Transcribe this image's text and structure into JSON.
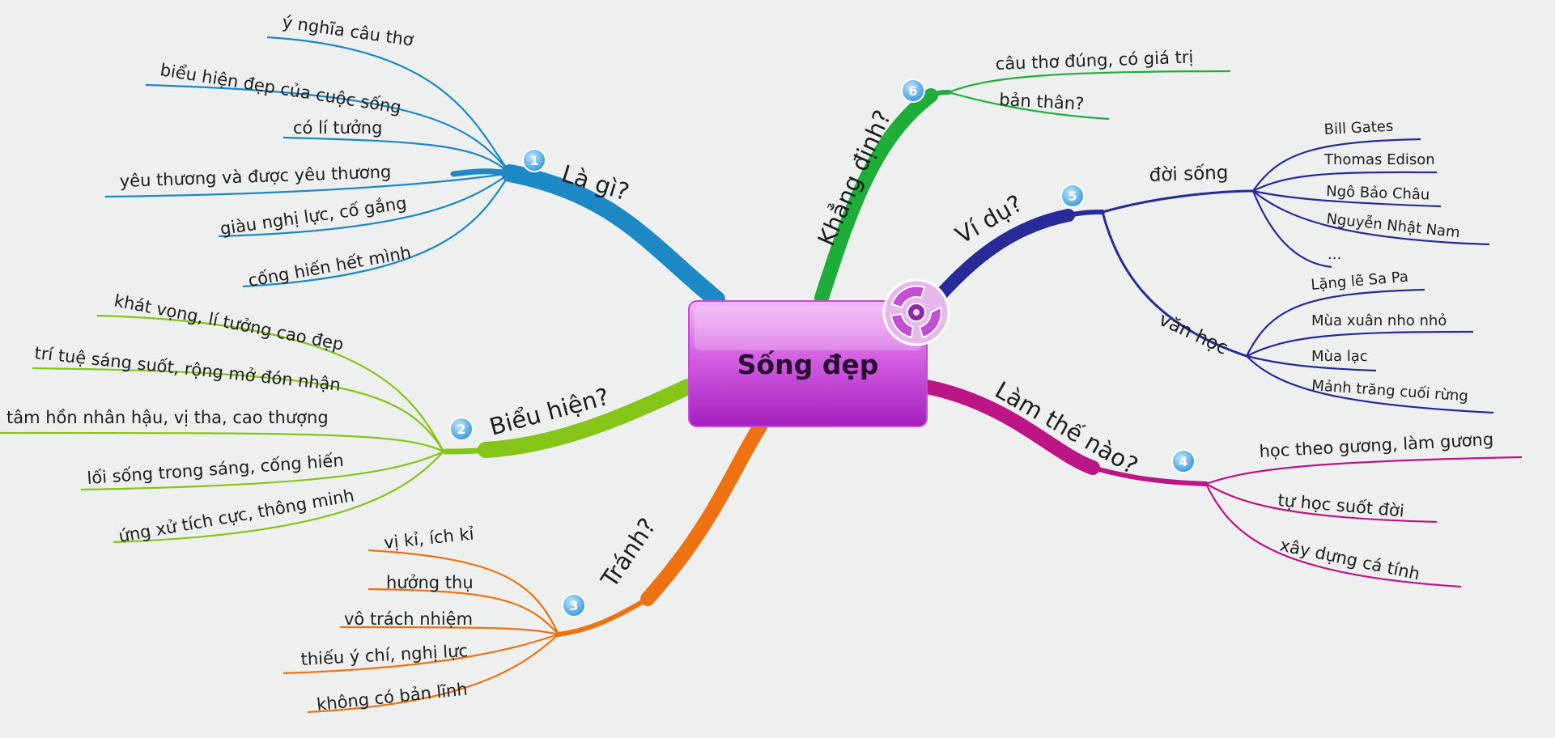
{
  "center": {
    "title": "Sống đẹp"
  },
  "branches": [
    {
      "number": "1",
      "title": "Là gì?",
      "color": "#1c88c4",
      "items": [
        "ý nghĩa câu thơ",
        "biểu hiện đẹp của cuộc sống",
        "có lí tưởng",
        "yêu thương và được yêu thương",
        "giàu nghị lực, cố gắng",
        "cống hiến hết mình"
      ]
    },
    {
      "number": "2",
      "title": "Biểu hiện?",
      "color": "#84c517",
      "items": [
        "khát vọng, lí tưởng cao đẹp",
        "trí tuệ sáng suốt, rộng mở đón nhận",
        "tâm hồn nhân hậu, vị tha, cao thượng",
        "lối sống trong sáng, cống hiến",
        "ứng xử tích cực, thông minh"
      ]
    },
    {
      "number": "3",
      "title": "Tránh?",
      "color": "#ef7212",
      "items": [
        "vị kỉ, ích kỉ",
        "hưởng thụ",
        "vô trách nhiệm",
        "thiếu ý chí, nghị lực",
        "không có bản lĩnh"
      ]
    },
    {
      "number": "4",
      "title": "Làm thế nào?",
      "color": "#bb1586",
      "items": [
        "học theo gương, làm gương",
        "tự học suốt đời",
        "xây dựng cá tính"
      ]
    },
    {
      "number": "5",
      "title": "Ví dụ?",
      "color": "#272a98",
      "groups": [
        {
          "title": "đời sống",
          "items": [
            "Bill Gates",
            "Thomas Edison",
            "Ngô Bảo Châu",
            "Nguyễn Nhật Nam",
            "..."
          ]
        },
        {
          "title": "văn học",
          "items": [
            "Lặng lẽ Sa Pa",
            "Mùa xuân nho nhỏ",
            "Mùa lạc",
            "Mảnh trăng cuối rừng"
          ]
        }
      ]
    },
    {
      "number": "6",
      "title": "Khẳng định?",
      "color": "#1fad3a",
      "items": [
        "câu thơ đúng, có giá trị",
        "bản thân?"
      ]
    }
  ],
  "icons": {
    "center_emblem": "swirl-emblem-icon",
    "badge": "number-badge-icon"
  }
}
